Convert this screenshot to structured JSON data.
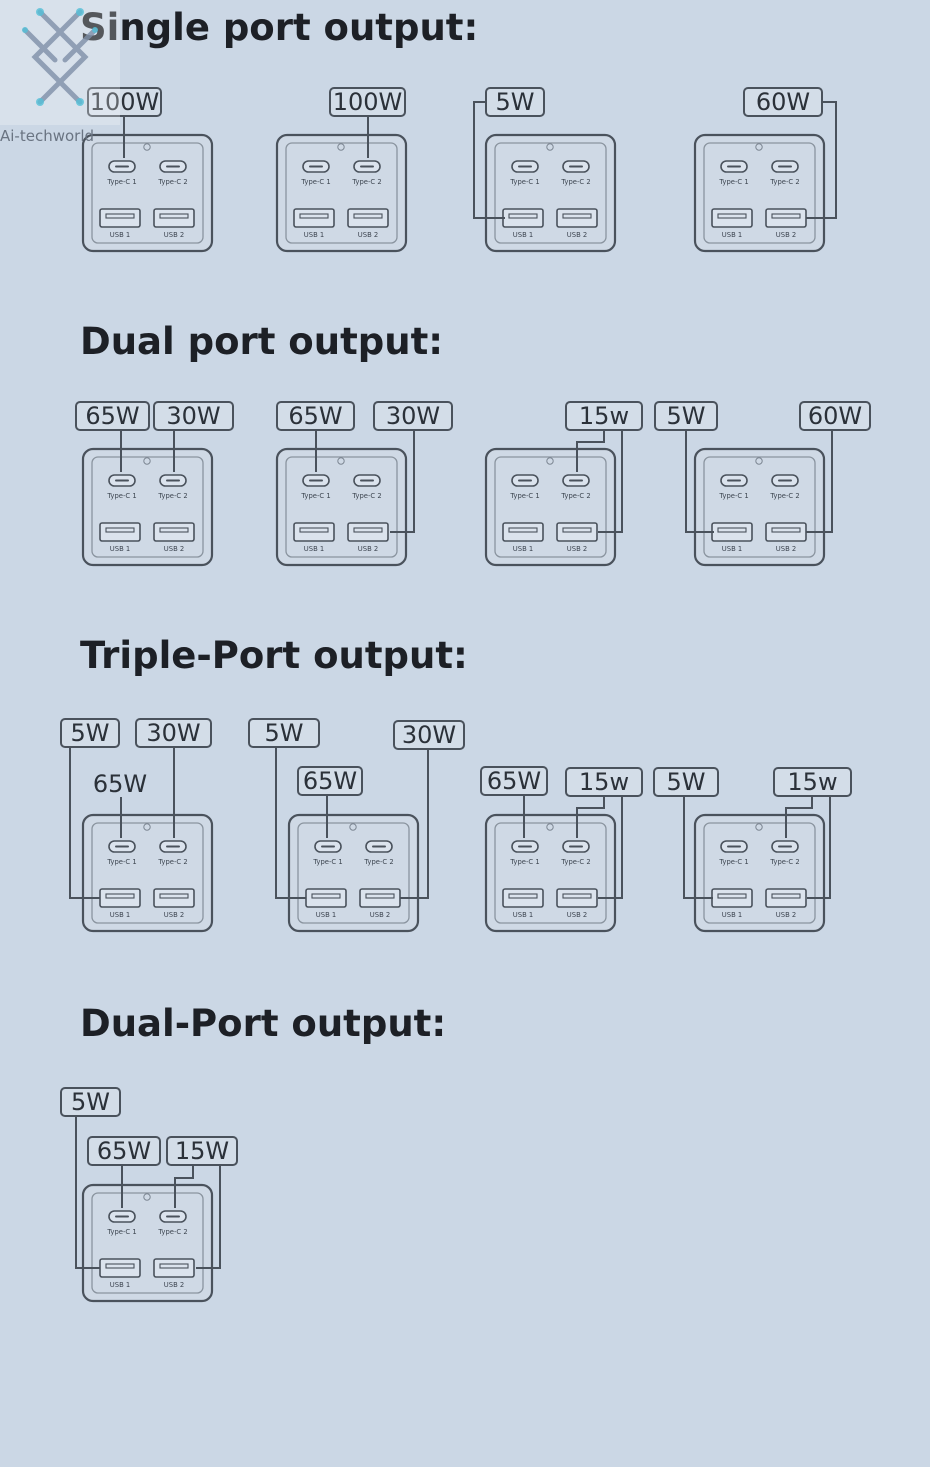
{
  "logo": {
    "text": "Ai-techworld"
  },
  "sections": [
    {
      "title": "Single port output:"
    },
    {
      "title": "Dual port output:"
    },
    {
      "title": "Triple-Port output:"
    },
    {
      "title": "Dual-Port output:"
    }
  ],
  "port_labels": {
    "type_c_1": "Type-C 1",
    "type_c_2": "Type-C 2",
    "usb_1": "USB 1",
    "usb_2": "USB 2"
  },
  "colors": {
    "background": "#cbd7e5",
    "line": "#4a525c",
    "title": "#1d2026"
  },
  "chargers": [
    {
      "section": 0,
      "labels": [
        {
          "text": "100W",
          "port": "type_c_1"
        }
      ]
    },
    {
      "section": 0,
      "labels": [
        {
          "text": "100W",
          "port": "type_c_2"
        }
      ]
    },
    {
      "section": 0,
      "labels": [
        {
          "text": "5W",
          "port": "usb_1"
        }
      ]
    },
    {
      "section": 0,
      "labels": [
        {
          "text": "60W",
          "port": "usb_2"
        }
      ]
    },
    {
      "section": 1,
      "labels": [
        {
          "text": "65W",
          "port": "type_c_1"
        },
        {
          "text": "30W",
          "port": "type_c_2"
        }
      ]
    },
    {
      "section": 1,
      "labels": [
        {
          "text": "65W",
          "port": "type_c_1"
        },
        {
          "text": "30W",
          "port": "usb_2"
        }
      ]
    },
    {
      "section": 1,
      "labels": [
        {
          "text": "15w",
          "port": "type_c_2"
        },
        {
          "text": "15w",
          "port": "usb_2"
        }
      ]
    },
    {
      "section": 1,
      "labels": [
        {
          "text": "5W",
          "port": "usb_1"
        },
        {
          "text": "60W",
          "port": "usb_2"
        }
      ]
    },
    {
      "section": 2,
      "labels": [
        {
          "text": "5W",
          "port": "usb_1"
        },
        {
          "text": "30W",
          "port": "type_c_2"
        },
        {
          "text": "65W",
          "port": "type_c_1"
        }
      ]
    },
    {
      "section": 2,
      "labels": [
        {
          "text": "5W",
          "port": "usb_1"
        },
        {
          "text": "30W",
          "port": "usb_2"
        },
        {
          "text": "65W",
          "port": "type_c_1"
        }
      ]
    },
    {
      "section": 2,
      "labels": [
        {
          "text": "65W",
          "port": "type_c_1"
        },
        {
          "text": "15w",
          "port": "type_c_2"
        },
        {
          "text": "15w",
          "port": "usb_2"
        }
      ]
    },
    {
      "section": 2,
      "labels": [
        {
          "text": "5W",
          "port": "usb_1"
        },
        {
          "text": "15w",
          "port": "type_c_2"
        },
        {
          "text": "15w",
          "port": "usb_2"
        }
      ]
    },
    {
      "section": 3,
      "labels": [
        {
          "text": "5W",
          "port": "usb_1"
        },
        {
          "text": "65W",
          "port": "type_c_1"
        },
        {
          "text": "15W",
          "port": "type_c_2"
        },
        {
          "text": "15W",
          "port": "usb_2"
        }
      ]
    }
  ]
}
